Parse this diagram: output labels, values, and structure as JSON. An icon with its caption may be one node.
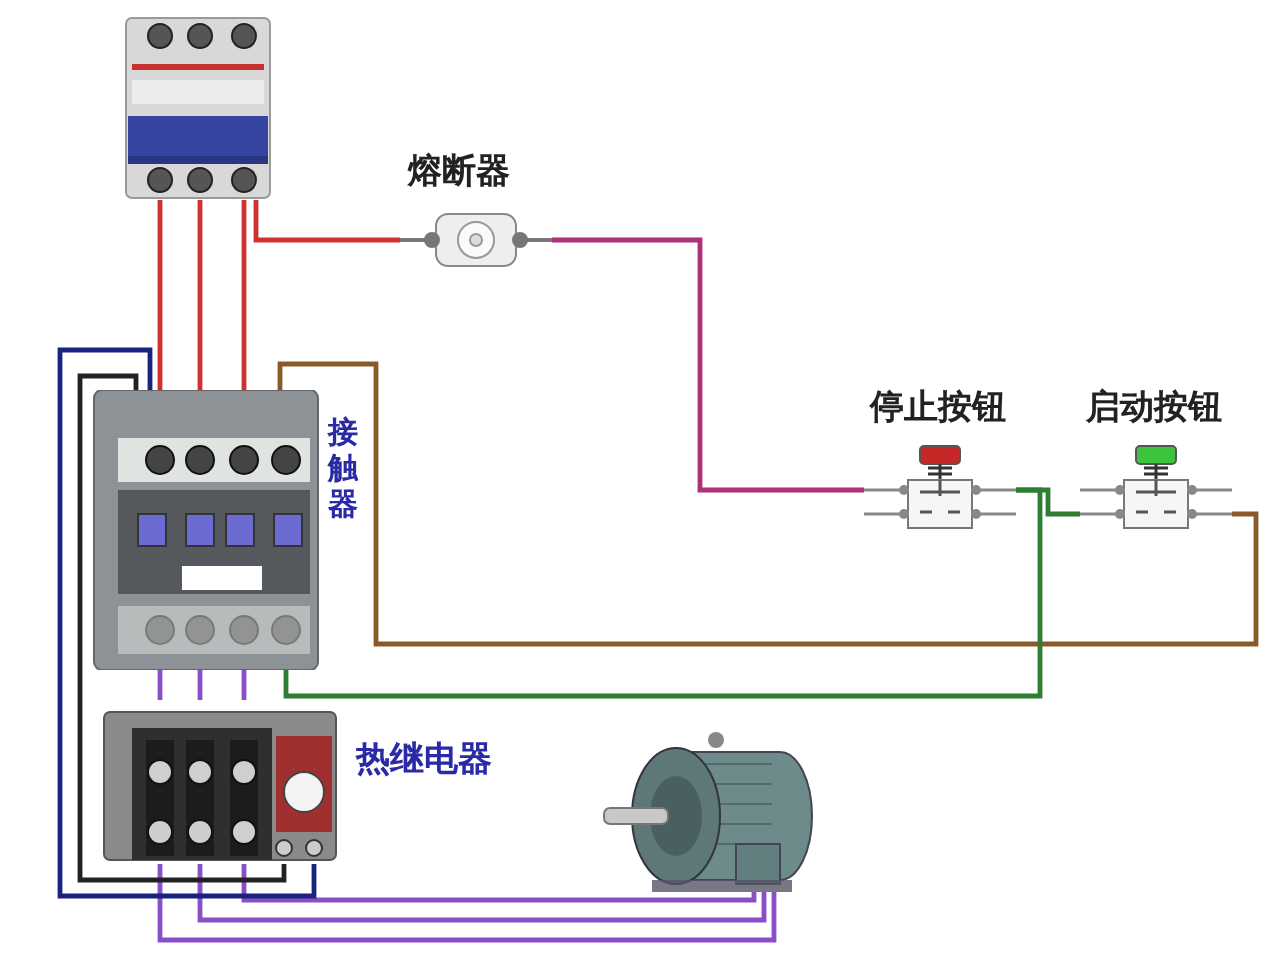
{
  "diagram": {
    "nodes": [
      {
        "text": [],
        "shape": "picture"
      },
      {
        "text": [
          "熔断器"
        ]
      },
      {
        "text": [
          "接触器"
        ]
      },
      {
        "text": [
          "停止按钮"
        ]
      },
      {
        "text": [
          "启动按钮"
        ]
      },
      {
        "text": [
          "热继电器"
        ]
      },
      {
        "text": [],
        "shape": "picture"
      }
    ],
    "edges": [
      {
        "from": 0,
        "to": 2,
        "arrow": "none",
        "color": "#d03030"
      },
      {
        "from": 0,
        "to": 2,
        "arrow": "none",
        "color": "#d03030"
      },
      {
        "from": 0,
        "to": 2,
        "arrow": "none",
        "color": "#d03030"
      },
      {
        "from": 0,
        "to": 1,
        "arrow": "none",
        "color": "#d03030"
      },
      {
        "from": 1,
        "to": 3,
        "arrow": "none",
        "color": "#b0307a"
      },
      {
        "from": 3,
        "to": 4,
        "arrow": "none",
        "color": "#2e7d32"
      },
      {
        "from": 4,
        "to": 2,
        "arrow": "none",
        "color": "#8b5a2b"
      },
      {
        "from": 3,
        "to": 2,
        "arrow": "none",
        "color": "#2e7d32"
      },
      {
        "from": 2,
        "to": 5,
        "arrow": "none",
        "color": "#8a4fc8"
      },
      {
        "from": 2,
        "to": 5,
        "arrow": "none",
        "color": "#8a4fc8"
      },
      {
        "from": 2,
        "to": 5,
        "arrow": "none",
        "color": "#8a4fc8"
      },
      {
        "from": 5,
        "to": 6,
        "arrow": "none",
        "color": "#8a4fc8"
      },
      {
        "from": 5,
        "to": 6,
        "arrow": "none",
        "color": "#8a4fc8"
      },
      {
        "from": 5,
        "to": 6,
        "arrow": "none",
        "color": "#8a4fc8"
      },
      {
        "from": 5,
        "to": 2,
        "arrow": "none",
        "color": "#1a237e"
      },
      {
        "from": 5,
        "to": 2,
        "arrow": "none",
        "color": "#222222"
      }
    ]
  }
}
